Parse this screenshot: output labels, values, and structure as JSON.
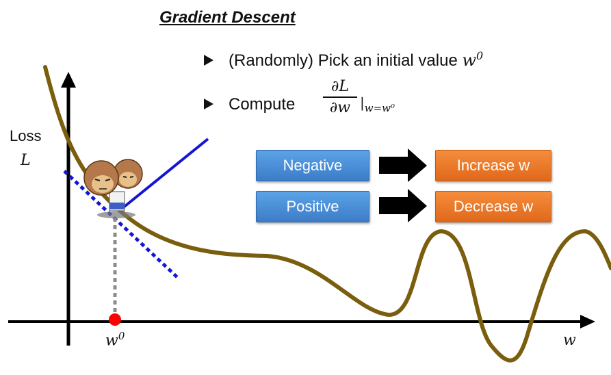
{
  "title": "Gradient Descent",
  "bullets": [
    {
      "text": "(Randomly) Pick an initial value ",
      "var": "w",
      "sup": "0"
    },
    {
      "text": "Compute ",
      "frac_num": "∂L",
      "frac_den": "∂w",
      "eval": "|",
      "eval_sub": "w=w⁰"
    }
  ],
  "rules": [
    {
      "condition": "Negative",
      "action": "Increase w"
    },
    {
      "condition": "Positive",
      "action": "Decrease w"
    }
  ],
  "axes": {
    "y_label_line1": "Loss",
    "y_label_line2": "L",
    "x_label": "w",
    "point_label": "w",
    "point_label_sup": "0"
  },
  "colors": {
    "curve": "#7a5e0e",
    "tangent": "#1515d6",
    "negative_box": "#4a90dc",
    "action_box": "#ee7a2a",
    "point": "#ff0000",
    "dotted_drop": "#8c8c8c"
  },
  "icons": [
    "right-arrow-icon",
    "monkey-climber-icon"
  ]
}
